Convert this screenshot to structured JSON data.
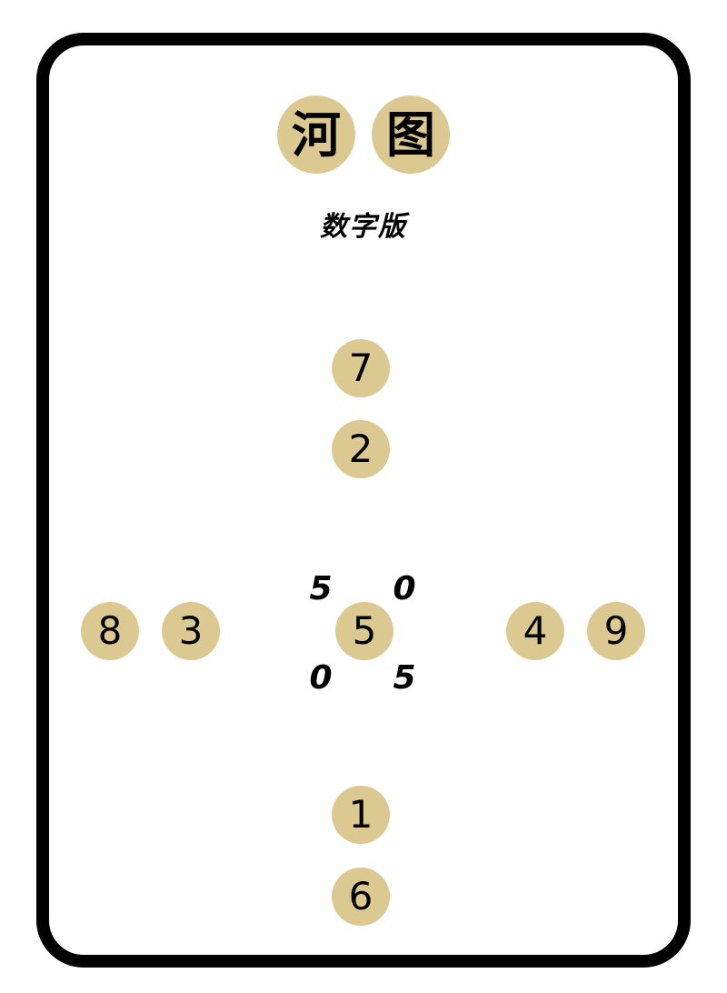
{
  "title": {
    "chars": [
      "河",
      "图"
    ],
    "subtitle": "数字版"
  },
  "numbers": {
    "north_outer": "7",
    "north_inner": "2",
    "west_outer": "8",
    "west_inner": "3",
    "center": "5",
    "east_inner": "4",
    "east_outer": "9",
    "south_inner": "1",
    "south_outer": "6"
  },
  "center_marks": {
    "top_left": "5",
    "top_right": "0",
    "bottom_left": "0",
    "bottom_right": "5"
  },
  "colors": {
    "circle_fill": "#dcc992",
    "border": "#000000",
    "text": "#000000"
  }
}
